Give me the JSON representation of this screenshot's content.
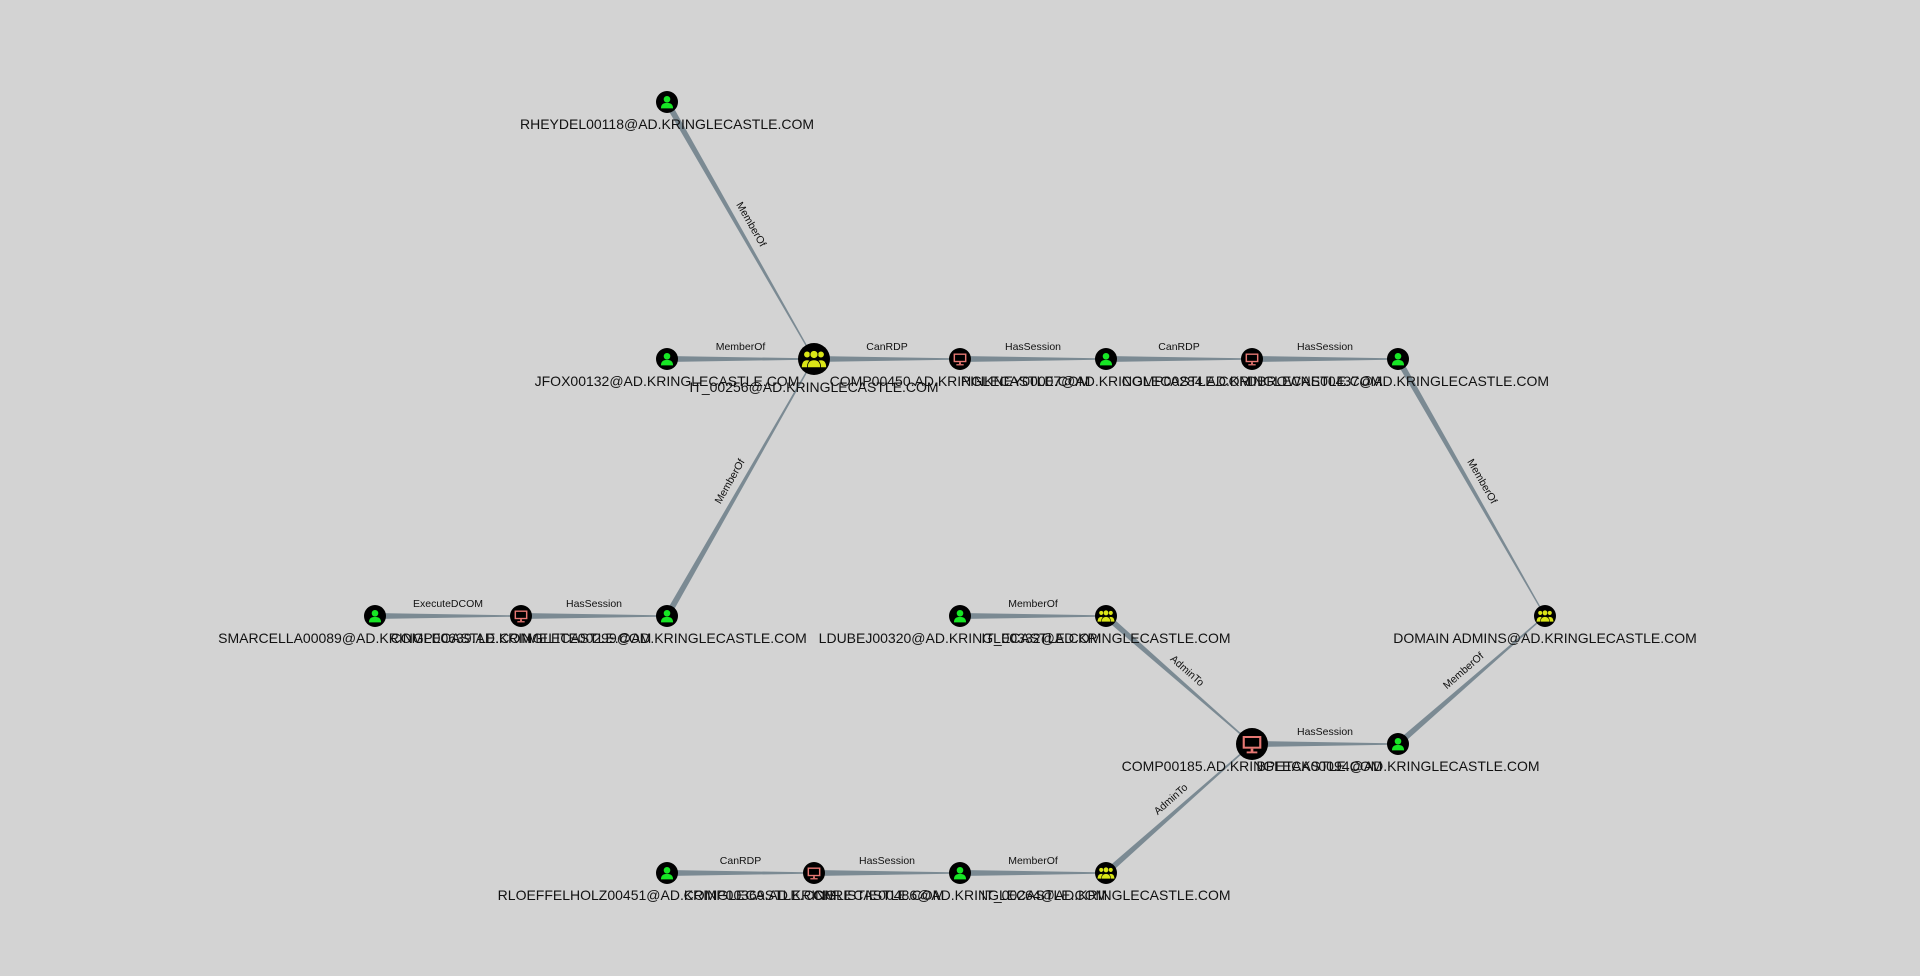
{
  "graph": {
    "colors": {
      "background": "#d3d3d3",
      "edge": "#7b8a93",
      "user_fill": "#17e625",
      "group_fill": "#dbe617",
      "computer_fill": "#e67873",
      "node_ring": "#000000"
    },
    "nodes": [
      {
        "id": "rheydel",
        "type": "user",
        "label": "RHEYDEL00118@AD.KRINGLECASTLE.COM"
      },
      {
        "id": "jfox",
        "type": "user",
        "label": "JFOX00132@AD.KRINGLECASTLE.COM"
      },
      {
        "id": "it256",
        "type": "group",
        "label": "IT_00256@AD.KRINGLECASTLE.COM"
      },
      {
        "id": "comp450",
        "type": "computer",
        "label": "COMP00450.AD.KRINGLECASTLE.COM"
      },
      {
        "id": "pinkney",
        "type": "user",
        "label": "PINKNEY00007@AD.KRINGLECASTLE.COM"
      },
      {
        "id": "comp284",
        "type": "computer",
        "label": "COMP00284.AD.KRINGLECASTLE.COM"
      },
      {
        "id": "user437",
        "type": "user",
        "label": "DBROWNE00437@AD.KRINGLECASTLE.COM"
      },
      {
        "id": "smarcella",
        "type": "user",
        "label": "SMARCELLA00089@AD.KRINGLECASTLE.COM"
      },
      {
        "id": "comp639",
        "type": "computer",
        "label": "COMP00639.AD.KRINGLECASTLE.COM"
      },
      {
        "id": "user29",
        "type": "user",
        "label": "MELITE00299@AD.KRINGLECASTLE.COM"
      },
      {
        "id": "ldubej",
        "type": "user",
        "label": "LDUBEJ00320@AD.KRINGLECASTLE.COM"
      },
      {
        "id": "it332",
        "type": "group",
        "label": "IT_00332@AD.KRINGLECASTLE.COM"
      },
      {
        "id": "domainadmins",
        "type": "group",
        "label": "DOMAIN ADMINS@AD.KRINGLECASTLE.COM"
      },
      {
        "id": "comp185",
        "type": "computer",
        "label": "COMP00185.AD.KRINGLECASTLE.COM"
      },
      {
        "id": "bpetak",
        "type": "user",
        "label": "BPETAK00094@AD.KRINGLECASTLE.COM"
      },
      {
        "id": "rloeffel",
        "type": "user",
        "label": "RLOEFFELHOLZ00451@AD.KRINGLECASTLE.COM"
      },
      {
        "id": "comp369",
        "type": "computer",
        "label": "COMP00369.AD.KRINGLECASTLE.COM"
      },
      {
        "id": "user486",
        "type": "user",
        "label": "CHRISTIE00486@AD.KRINGLECASTLE.COM"
      },
      {
        "id": "it264",
        "type": "group",
        "label": "IT_00264@AD.KRINGLECASTLE.COM"
      }
    ],
    "edges": [
      {
        "from": "rheydel",
        "to": "it256",
        "label": "MemberOf"
      },
      {
        "from": "jfox",
        "to": "it256",
        "label": "MemberOf"
      },
      {
        "from": "it256",
        "to": "comp450",
        "label": "CanRDP"
      },
      {
        "from": "comp450",
        "to": "pinkney",
        "label": "HasSession"
      },
      {
        "from": "pinkney",
        "to": "comp284",
        "label": "CanRDP"
      },
      {
        "from": "comp284",
        "to": "user437",
        "label": "HasSession"
      },
      {
        "from": "user437",
        "to": "domainadmins",
        "label": "MemberOf"
      },
      {
        "from": "user29",
        "to": "it256",
        "label": "MemberOf"
      },
      {
        "from": "smarcella",
        "to": "comp639",
        "label": "ExecuteDCOM"
      },
      {
        "from": "comp639",
        "to": "user29",
        "label": "HasSession"
      },
      {
        "from": "ldubej",
        "to": "it332",
        "label": "MemberOf"
      },
      {
        "from": "it332",
        "to": "comp185",
        "label": "AdminTo"
      },
      {
        "from": "comp185",
        "to": "bpetak",
        "label": "HasSession"
      },
      {
        "from": "bpetak",
        "to": "domainadmins",
        "label": "MemberOf"
      },
      {
        "from": "it264",
        "to": "comp185",
        "label": "AdminTo"
      },
      {
        "from": "rloeffel",
        "to": "comp369",
        "label": "CanRDP"
      },
      {
        "from": "comp369",
        "to": "user486",
        "label": "HasSession"
      },
      {
        "from": "user486",
        "to": "it264",
        "label": "MemberOf"
      }
    ]
  }
}
